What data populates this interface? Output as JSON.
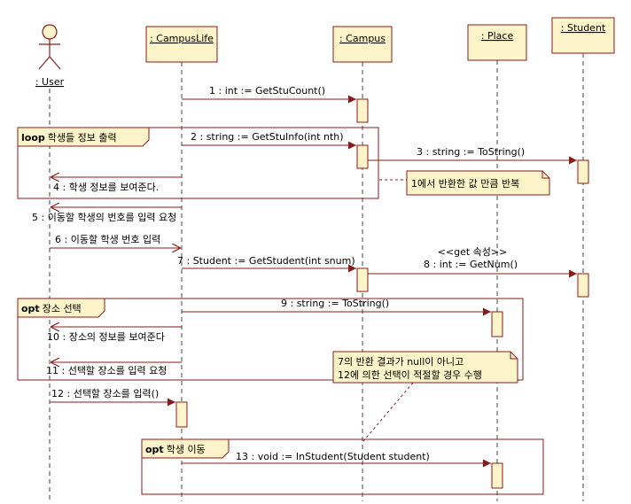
{
  "diagram": {
    "type": "UML sequence diagram",
    "colors": {
      "line": "#8b1a1a",
      "box_fill": "#fdf5c9",
      "activation_fill": "#fdf5c9",
      "note_fill": "#fdf5c9"
    },
    "actor": {
      "name": ": User"
    },
    "lifelines": [
      {
        "name": ": CampusLife"
      },
      {
        "name": ": Campus"
      },
      {
        "name": ": Place"
      },
      {
        "name": ": Student"
      }
    ],
    "fragments": [
      {
        "keyword": "loop",
        "label": "학생들 정보 출력"
      },
      {
        "keyword": "opt",
        "label": "장소 선택"
      },
      {
        "keyword": "opt",
        "label": "학생 이동"
      }
    ],
    "messages": [
      {
        "label": "1 : int := GetStuCount()"
      },
      {
        "label": "2 : string := GetStuInfo(int nth)"
      },
      {
        "label": "3 : string := ToString()"
      },
      {
        "label": "4 : 학생 정보를 보여준다."
      },
      {
        "label": "5 : 이동할 학생의 번호를 입력 요청"
      },
      {
        "label": "6 : 이동할 학생 번호 입력"
      },
      {
        "label": "7 : Student := GetStudent(int snum)"
      },
      {
        "label": "8 : int := GetNum()"
      },
      {
        "label": "9 : string := ToString()"
      },
      {
        "label": "10 : 장소의 정보를 보여준다"
      },
      {
        "label": "11 : 선택할 장소를 입력 요청"
      },
      {
        "label": "12 : 선택할 장소를 입력()"
      },
      {
        "label": "13 : void := InStudent(Student student)"
      }
    ],
    "stereotype": "<<get 속성>>",
    "notes": [
      {
        "lines": [
          "1에서 반환한 값 만큼 반복"
        ]
      },
      {
        "lines": [
          "7의 반환 결과가 null이 아니고",
          "12에 의한 선택이 적절할 경우 수행"
        ]
      }
    ]
  }
}
